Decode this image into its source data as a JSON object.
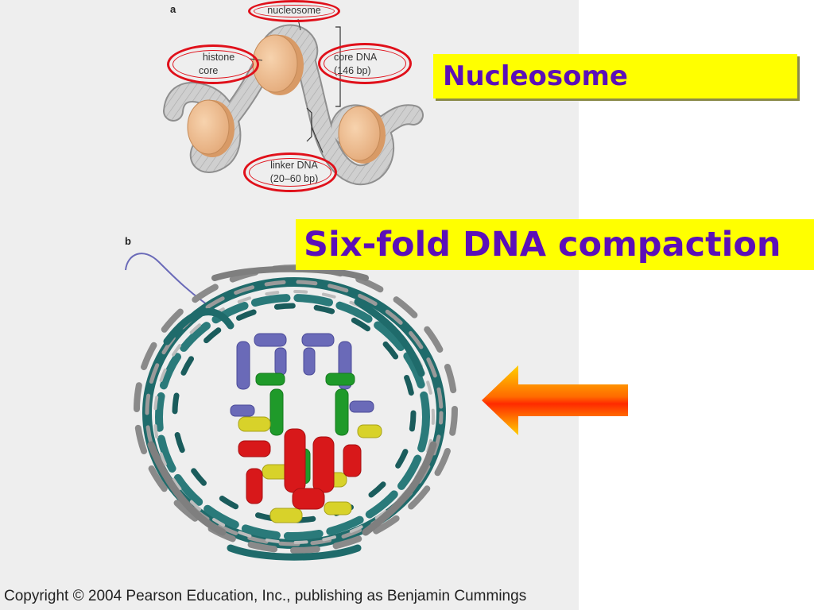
{
  "panel_a": {
    "letter": "a",
    "labels": {
      "nucleosome": "nucleosome",
      "histone_line1": "histone",
      "histone_line2": "core",
      "core_dna_line1": "core DNA",
      "core_dna_line2": "(146 bp)",
      "linker_dna_line1": "linker DNA",
      "linker_dna_line2": "(20–60 bp)"
    }
  },
  "panel_b": {
    "letter": "b"
  },
  "slide": {
    "title": "Nucleosome",
    "subtitle": "Six-fold DNA compaction",
    "copyright": "Copyright © 2004 Pearson Education, Inc., publishing as Benjamin Cummings"
  },
  "colors": {
    "title_background": "#ffff00",
    "title_text": "#5b0fb8",
    "callout": "#e0101a",
    "histone": "#f2c49a",
    "dna_tube": "#c8c8c8",
    "dna_ribbon_teal": "#1f6b6b",
    "dna_ribbon_gray": "#9a9a9a",
    "helix_blue": "#6a6ab8",
    "helix_green": "#1f9a2a",
    "helix_yellow": "#d8d22a",
    "helix_red": "#d8181a"
  },
  "icons": [
    "left-arrow-icon"
  ]
}
